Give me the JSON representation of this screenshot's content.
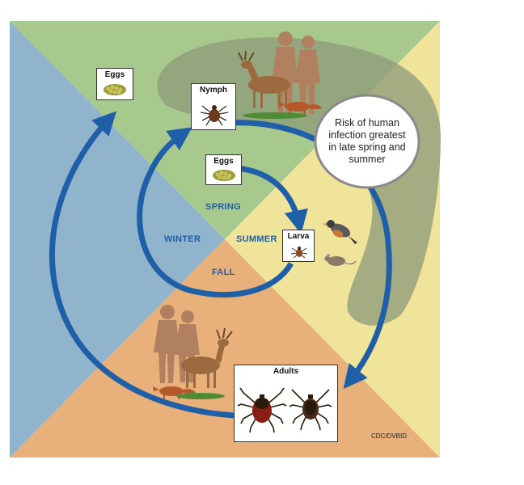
{
  "colors": {
    "quadrant_left": "#8fb4cc",
    "quadrant_top": "#a8c98e",
    "quadrant_right": "#efe49a",
    "quadrant_bottom": "#e8b07a",
    "risk_band": "#8c9a78",
    "arrow": "#1f5fa8",
    "season_text": "#1f5fa8"
  },
  "seasons": {
    "spring": "SPRING",
    "summer": "SUMMER",
    "fall": "FALL",
    "winter": "WINTER"
  },
  "stages": {
    "eggs_outer": "Eggs",
    "nymph": "Nymph",
    "eggs_inner": "Eggs",
    "larva": "Larva",
    "adults": "Adults"
  },
  "risk_note": "Risk of human infection greatest in late spring and summer",
  "credit": "CDC/DVBID",
  "icons": [
    "eggs-icon",
    "nymph-tick-icon",
    "larva-tick-icon",
    "adult-tick-icon",
    "deer-icon",
    "human-silhouette-icon",
    "fox-icon",
    "bird-icon",
    "mouse-icon"
  ]
}
